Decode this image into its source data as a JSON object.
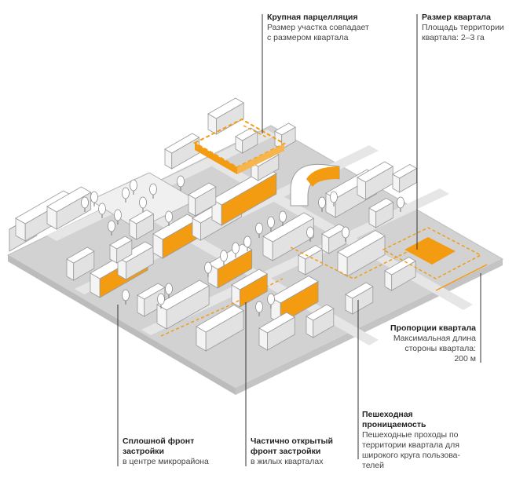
{
  "labels": {
    "large_parcel": {
      "title": "Крупная парцелляция",
      "desc1": "Размер участка совпадает",
      "desc2": "с размером квартала"
    },
    "block_size": {
      "title": "Размер квартала",
      "desc1": "Площадь территории",
      "desc2": "квартала: 2–3 га"
    },
    "block_proportions": {
      "title": "Пропорции квартала",
      "desc1": "Максимальная длина",
      "desc2": "стороны квартала:",
      "desc3": "200 м"
    },
    "pedestrian": {
      "title1": "Пешеходная",
      "title2": "проницаемость",
      "desc1": "Пешеходные проходы по",
      "desc2": "территории квартала для",
      "desc3": "широкого круга пользова-",
      "desc4": "телей"
    },
    "solid_front": {
      "title1": "Сплошной фронт",
      "title2": "застройки",
      "desc1": "в центре микрорайона"
    },
    "partial_front": {
      "title1": "Частично открытый",
      "title2": "фронт застройки",
      "desc1": "в жилых кварталах"
    }
  },
  "colors": {
    "accent": "#f39c12",
    "building": "#ffffff",
    "stroke": "#9a9a9a",
    "ground": "#d2d2d2",
    "side": "#e2e2e2",
    "leader": "#333333"
  }
}
